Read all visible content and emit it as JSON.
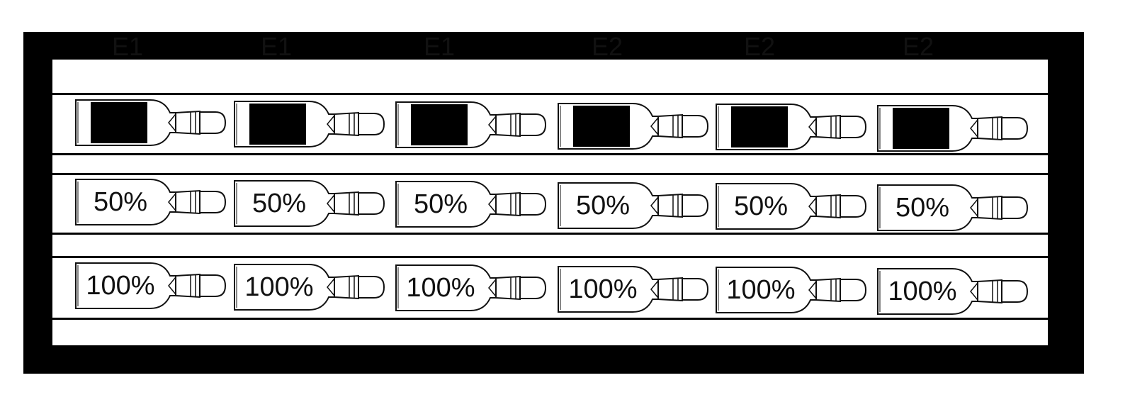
{
  "columns": [
    {
      "label": "E1"
    },
    {
      "label": "E1"
    },
    {
      "label": "E1"
    },
    {
      "label": "E2"
    },
    {
      "label": "E2"
    },
    {
      "label": "E2"
    }
  ],
  "rows": [
    {
      "kind": "redacted",
      "bottles": [
        {
          "label": ""
        },
        {
          "label": ""
        },
        {
          "label": ""
        },
        {
          "label": ""
        },
        {
          "label": ""
        },
        {
          "label": ""
        }
      ]
    },
    {
      "kind": "text",
      "bottles": [
        {
          "label": "50%"
        },
        {
          "label": "50%"
        },
        {
          "label": "50%"
        },
        {
          "label": "50%"
        },
        {
          "label": "50%"
        },
        {
          "label": "50%"
        }
      ]
    },
    {
      "kind": "text",
      "bottles": [
        {
          "label": "100%"
        },
        {
          "label": "100%"
        },
        {
          "label": "100%"
        },
        {
          "label": "100%"
        },
        {
          "label": "100%"
        },
        {
          "label": "100%"
        }
      ]
    }
  ],
  "colors": {
    "frame": "#000000",
    "panel": "#ffffff",
    "ink": "#111111"
  }
}
